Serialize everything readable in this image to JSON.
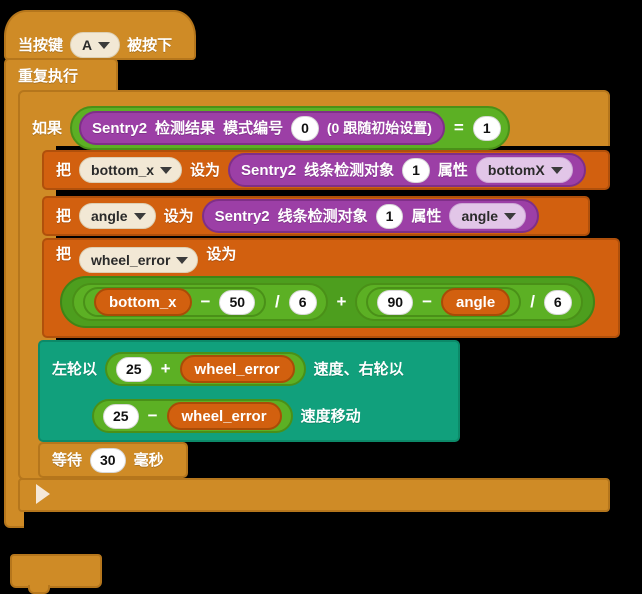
{
  "program": {
    "hat": {
      "prefix": "当按键",
      "key_value": "A",
      "suffix": "被按下"
    },
    "repeat": {
      "label": "重复执行"
    },
    "if_block": {
      "label": "如果",
      "condition": {
        "operator": "=",
        "left": {
          "block": "Sentry2 检测结果 模式编号",
          "text_a": "Sentry2",
          "text_b": "检测结果",
          "text_c": "模式编号",
          "mode_value": "0",
          "hint": "(0 跟随初始设置)"
        },
        "right_value": "1"
      },
      "expand_arrow_icon": "expand-arrow-icon"
    },
    "statements": [
      {
        "set_prefix": "把",
        "variable": "bottom_x",
        "set_suffix": "设为",
        "value": {
          "text_a": "Sentry2",
          "text_b": "线条检测对象",
          "index": "1",
          "text_c": "属性",
          "property": "bottomX"
        }
      },
      {
        "set_prefix": "把",
        "variable": "angle",
        "set_suffix": "设为",
        "value": {
          "text_a": "Sentry2",
          "text_b": "线条检测对象",
          "index": "1",
          "text_c": "属性",
          "property": "angle"
        }
      }
    ],
    "wheel_error_setter": {
      "set_prefix": "把",
      "variable": "wheel_error",
      "set_suffix": "设为",
      "expression": {
        "left": {
          "numerator": {
            "a": "bottom_x",
            "op": "−",
            "b": "50"
          },
          "op": "/",
          "divisor": "6"
        },
        "plus": "+",
        "right": {
          "numerator": {
            "a": "90",
            "op": "−",
            "b": "angle"
          },
          "op": "/",
          "divisor": "6"
        }
      }
    },
    "motion": {
      "line1_prefix": "左轮以",
      "line1_expr": {
        "a": "25",
        "op": "+",
        "b": "wheel_error"
      },
      "line1_suffix": "速度、右轮以",
      "line2_expr": {
        "a": "25",
        "op": "−",
        "b": "wheel_error"
      },
      "line2_suffix": "速度移动"
    },
    "wait": {
      "prefix": "等待",
      "value": "30",
      "suffix": "毫秒"
    }
  },
  "colors": {
    "event_orange": "#cf8b26",
    "variable_orange": "#d2600f",
    "sensing_purple": "#9c3fa6",
    "operator_green": "#5cb024",
    "motion_teal": "#11a07c",
    "field_white": "#ffffff",
    "field_cream": "#f2e8d5",
    "field_lavender": "#e2c6e8",
    "canvas_black": "#000000"
  }
}
